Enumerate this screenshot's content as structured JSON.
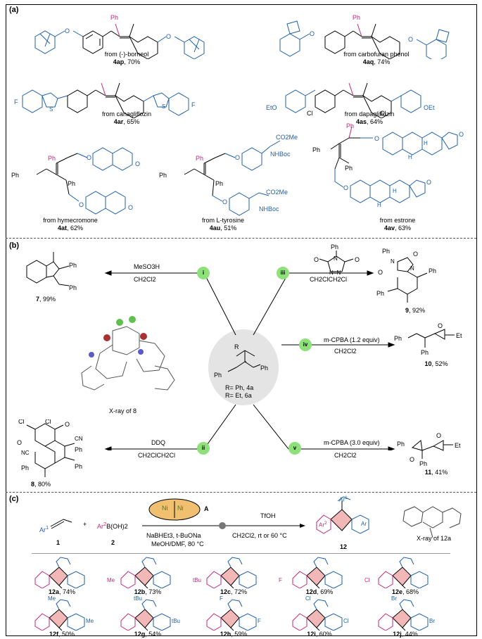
{
  "panels": {
    "a": "(a)",
    "b": "(b)",
    "c": "(c)"
  },
  "panel_a": {
    "items": [
      {
        "source": "from (-)-borneol",
        "compound": "4ap",
        "yield": ", 70%"
      },
      {
        "source": "from carbofuran phenol",
        "compound": "4aq",
        "yield": ", 74%"
      },
      {
        "source": "from canagliflozin",
        "compound": "4ar",
        "yield": ", 65%"
      },
      {
        "source": "from dapagliflozin",
        "compound": "4as",
        "yield": ", 64%"
      },
      {
        "source": "from hymecromone",
        "compound": "4at",
        "yield": ", 62%"
      },
      {
        "source": "from L-tyrosine",
        "compound": "4au",
        "yield": ", 51%"
      },
      {
        "source": "from estrone",
        "compound": "4av",
        "yield": ", 63%"
      }
    ],
    "atoms": {
      "ph": "Ph",
      "o": "O",
      "f": "F",
      "s": "S",
      "cl": "Cl",
      "eto": "EtO",
      "oet": "OEt",
      "co2me": "CO2Me",
      "nhboc": "NHBoc",
      "h": "H"
    }
  },
  "panel_b": {
    "center": {
      "r": "R",
      "ph": "Ph",
      "line1": "R= Ph, 4a",
      "line2": "R= Et, 6a"
    },
    "xray_label": "X-ray of 8",
    "reactions": [
      {
        "id": "i",
        "reagent": "MeSO3H",
        "solvent": "CH2Cl2",
        "product": "7",
        "yield": ", 99%"
      },
      {
        "id": "ii",
        "reagent": "DDQ",
        "solvent": "CH2ClCH2Cl",
        "product": "8",
        "yield": ", 80%"
      },
      {
        "id": "iii",
        "reagent": "",
        "solvent": "CH2ClCH2Cl",
        "product": "9",
        "yield": ", 92%"
      },
      {
        "id": "iv",
        "reagent": "m-CPBA (1.2 equiv)",
        "solvent": "CH2Cl2",
        "product": "10",
        "yield": ", 52%"
      },
      {
        "id": "v",
        "reagent": "m-CPBA (3.0 equiv)",
        "solvent": "CH2Cl2",
        "product": "11",
        "yield": ", 41%"
      }
    ],
    "labels": {
      "ph": "Ph",
      "et": "Et",
      "o": "O",
      "n": "N",
      "cl": "Cl",
      "cn": "CN",
      "nc": "NC"
    }
  },
  "panel_c": {
    "reactant1": "Ar",
    "reactant1_sup": "1",
    "plus": "+",
    "reactant2": "Ar",
    "reactant2_sup": "2",
    "reactant2_rest": "B(OH)2",
    "num1": "1",
    "num2": "2",
    "catalyst_label": "A",
    "ni": "Ni",
    "cond1": "NaBHEt3, t-BuONa",
    "cond2": "MeOH/DMF, 80 °C",
    "step2_top": "TfOH",
    "step2_bottom": "CH2Cl2, rt or 60 °C",
    "product": "12",
    "xray_label": "X-ray of 12a",
    "products": [
      {
        "compound": "12a",
        "yield": ", 74%",
        "sub": ""
      },
      {
        "compound": "12b",
        "yield": ", 73%",
        "sub": "Me"
      },
      {
        "compound": "12c",
        "yield": ", 72%",
        "sub": "tBu"
      },
      {
        "compound": "12d",
        "yield": ", 69%",
        "sub": "F"
      },
      {
        "compound": "12e",
        "yield": ", 68%",
        "sub": "Cl"
      },
      {
        "compound": "12f",
        "yield": ", 50%",
        "sub": "Me"
      },
      {
        "compound": "12g",
        "yield": ", 54%",
        "sub": "tBu"
      },
      {
        "compound": "12h",
        "yield": ", 59%",
        "sub": "F"
      },
      {
        "compound": "12i",
        "yield": ", 60%",
        "sub": "Cl"
      },
      {
        "compound": "12j",
        "yield": ", 44%",
        "sub": "Br"
      }
    ]
  },
  "colors": {
    "blue": "#1f5fa8",
    "pink": "#c1287a",
    "green_circle": "#8ee07a",
    "pink_fill": "#f2b8b8"
  }
}
